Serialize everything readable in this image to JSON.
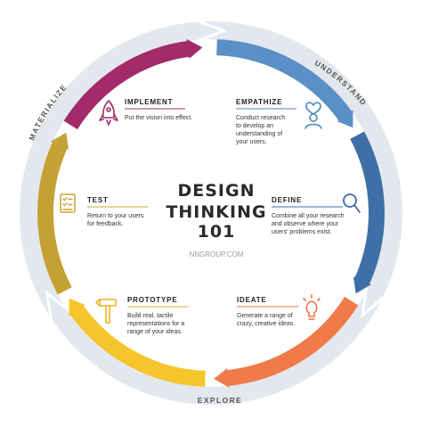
{
  "center": {
    "title_lines": [
      "DESIGN",
      "THINKING",
      "101"
    ],
    "site": "NNGROUP.COM"
  },
  "phases": {
    "understand": "UNDERSTAND",
    "explore": "EXPLORE",
    "materialize": "MATERIALIZE"
  },
  "colors": {
    "empathize": "#5a8fc8",
    "define": "#3f6fa6",
    "ideate": "#f07a4a",
    "prototype": "#f6c52c",
    "test": "#c4a135",
    "implement": "#a42a6a",
    "outer_ring": "#e3e8ee",
    "empathize_accent": "#4d86c4",
    "define_accent": "#3e6aa0",
    "ideate_accent": "#ef7448",
    "prototype_accent": "#e9b520",
    "test_accent": "#c9a537",
    "implement_accent": "#a62c6a"
  },
  "steps": {
    "empathize": {
      "title": "EMPATHIZE",
      "icon": "heart-person-icon",
      "lines": [
        "Conduct research",
        "to develop an",
        "understanding of",
        "your users."
      ]
    },
    "define": {
      "title": "DEFINE",
      "icon": "magnifier-icon",
      "lines": [
        "Combine all your research",
        "and observe where your",
        "users' problems exist."
      ]
    },
    "ideate": {
      "title": "IDEATE",
      "icon": "lightbulb-icon",
      "lines": [
        "Generate a range of",
        "crazy, creative ideas."
      ]
    },
    "prototype": {
      "title": "PROTOTYPE",
      "icon": "hammer-icon",
      "lines": [
        "Build real, tactile",
        "representations for a",
        "range of your ideas."
      ]
    },
    "test": {
      "title": "TEST",
      "icon": "checklist-icon",
      "lines": [
        "Return to your users",
        "for feedback."
      ]
    },
    "implement": {
      "title": "IMPLEMENT",
      "icon": "rocket-icon",
      "lines": [
        "Put the vision into effect."
      ]
    }
  }
}
